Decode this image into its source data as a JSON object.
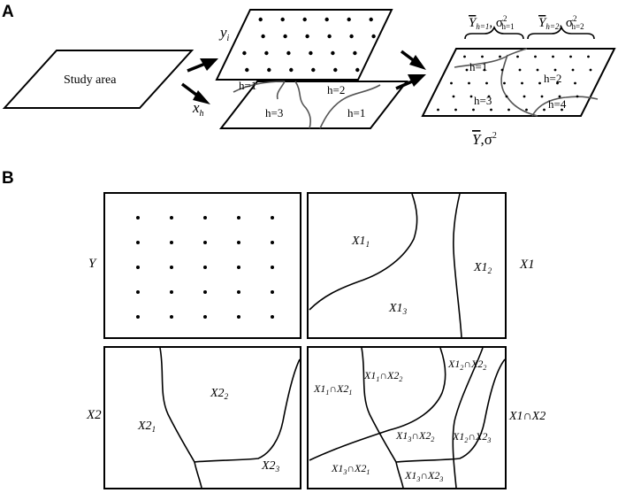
{
  "panels": {
    "a": {
      "letter": "A",
      "study_area": "Study area",
      "y_label": {
        "main": "y",
        "sub": "i"
      },
      "x_label": {
        "main": "x",
        "sub": "h"
      },
      "strata": [
        "h=1",
        "h=2",
        "h=3",
        "h=1"
      ],
      "result_strata": [
        "h=1",
        "h=2",
        "h=3",
        "h=4"
      ],
      "stratum_stats": [
        {
          "mean": "Y",
          "mean_sub": "h=1",
          "var": "σ",
          "var_sup": "2",
          "var_sub": "h=1"
        },
        {
          "mean": "Y",
          "mean_sub": "h=2",
          "var": "σ",
          "var_sup": "2",
          "var_sub": "h=2"
        }
      ],
      "overall": {
        "mean": "Y",
        "sep": ",",
        "var": "σ",
        "var_sup": "2"
      }
    },
    "b": {
      "letter": "B",
      "side_labels": {
        "y": "Y",
        "x1": "X1",
        "x2": "X2",
        "x1x2": "X1∩X2"
      },
      "x1_regions": [
        {
          "main": "X1",
          "sub": "1"
        },
        {
          "main": "X1",
          "sub": "2"
        },
        {
          "main": "X1",
          "sub": "3"
        }
      ],
      "x2_regions": [
        {
          "main": "X2",
          "sub": "1"
        },
        {
          "main": "X2",
          "sub": "2"
        },
        {
          "main": "X2",
          "sub": "3"
        }
      ],
      "intersections": [
        {
          "a": "X1",
          "as": "1",
          "op": "∩",
          "b": "X2",
          "bs": "1"
        },
        {
          "a": "X1",
          "as": "1",
          "op": "∩",
          "b": "X2",
          "bs": "2"
        },
        {
          "a": "X1",
          "as": "2",
          "op": "∩",
          "b": "X2",
          "bs": "2"
        },
        {
          "a": "X1",
          "as": "3",
          "op": "∩",
          "b": "X2",
          "bs": "2"
        },
        {
          "a": "X1",
          "as": "2",
          "op": "∩",
          "b": "X2",
          "bs": "3"
        },
        {
          "a": "X1",
          "as": "3",
          "op": "∩",
          "b": "X2",
          "bs": "1"
        },
        {
          "a": "X1",
          "as": "3",
          "op": "∩",
          "b": "X2",
          "bs": "3"
        }
      ]
    }
  }
}
